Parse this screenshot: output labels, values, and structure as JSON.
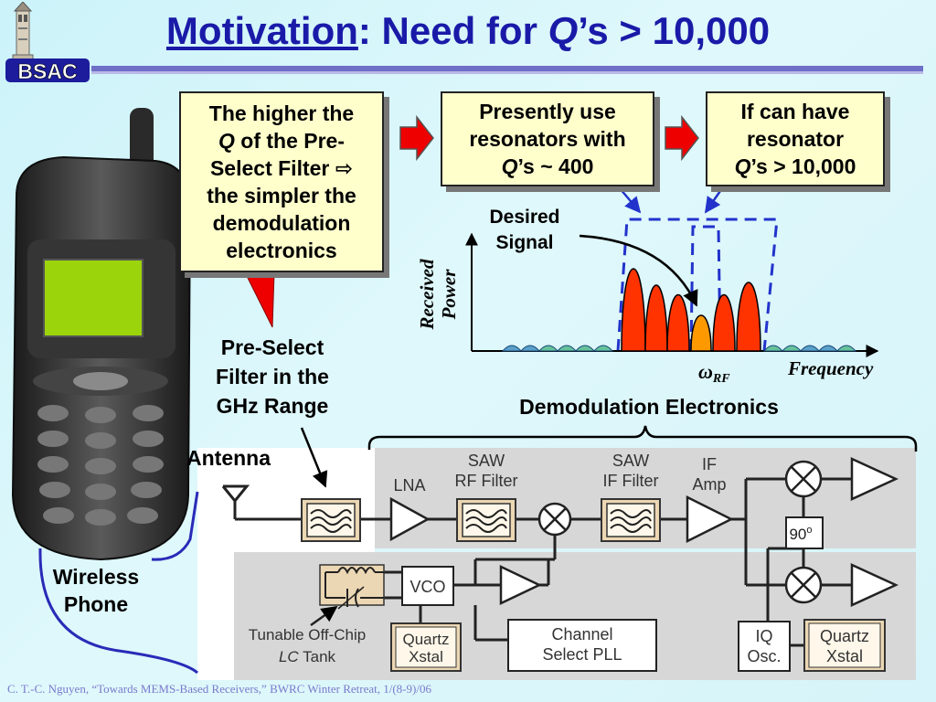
{
  "header": {
    "logo_text": "BSAC",
    "title_underlined": "Motivation",
    "title_rest_1": ": Need for ",
    "title_q": "Q",
    "title_rest_2": "’s > 10,000"
  },
  "boxes": {
    "box1": {
      "l1": "The higher the",
      "l2_q": "Q",
      "l2_rest": " of the Pre-",
      "l3": "Select Filter ⇨",
      "l4": "the simpler the",
      "l5": "demodulation",
      "l6": "electronics"
    },
    "box2": {
      "l1": "Presently use",
      "l2": "resonators with",
      "l3_q": "Q",
      "l3_rest": "’s ~ 400"
    },
    "box3": {
      "l1": "If can have",
      "l2": "resonator",
      "l3_q": "Q",
      "l3_rest": "’s > 10,000"
    }
  },
  "labels": {
    "preselect": [
      "Pre-Select",
      "Filter in the",
      "GHz Range"
    ],
    "wireless": [
      "Wireless",
      "Phone"
    ],
    "antenna": "Antenna",
    "demod": "Demodulation Electronics"
  },
  "spectrum": {
    "desired": [
      "Desired",
      "Signal"
    ],
    "ylabel": [
      "Received",
      "Power"
    ],
    "xlabel": "Frequency",
    "omega": "ω",
    "omega_sub": "RF"
  },
  "circuit": {
    "lna": "LNA",
    "saw_rf": [
      "SAW",
      "RF Filter"
    ],
    "saw_if": [
      "SAW",
      "IF Filter"
    ],
    "if_amp": [
      "IF",
      "Amp"
    ],
    "vco": "VCO",
    "quartz1": [
      "Quartz",
      "Xstal"
    ],
    "channel": [
      "Channel",
      "Select PLL"
    ],
    "iq": [
      "IQ",
      "Osc."
    ],
    "quartz2": [
      "Quartz",
      "Xstal"
    ],
    "ninety": "90",
    "ninety_sup": "o",
    "tank1": "Tunable Off-Chip",
    "tank2_lc": "LC",
    "tank2_rest": " Tank"
  },
  "footer": "C. T.-C. Nguyen, “Towards MEMS-Based Receivers,” BWRC Winter Retreat, 1/(8-9)/06",
  "colors": {
    "title": "#1a1aa8",
    "box_fill": "#ffffcc",
    "arrow_red": "#ee0000",
    "lobe_red": "#ff3300",
    "lobe_orange": "#ff9900",
    "dashed_blue": "#2233cc"
  }
}
